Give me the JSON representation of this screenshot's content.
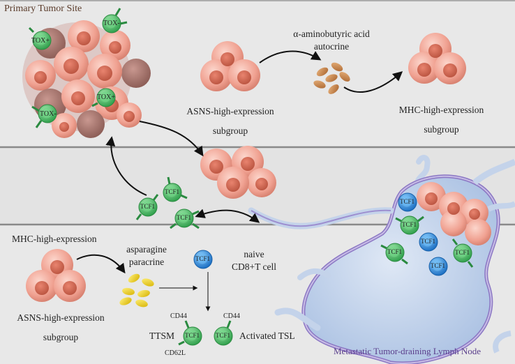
{
  "regions": {
    "primary_tumor_site": "Primary Tumor Site",
    "lymph_node": "Metastatic Tumor-draining Lymph Node"
  },
  "top": {
    "asns_group": [
      "ASNS-high-expression",
      "subgroup"
    ],
    "mhc_group": [
      "MHC-high-expression",
      "subgroup"
    ],
    "mechanism": [
      "α-aminobutyric acid",
      "autocrine"
    ]
  },
  "bottom": {
    "mhc_group": "MHC-high-expression",
    "asns_group": [
      "ASNS-high-expression",
      "subgroup"
    ],
    "mechanism": [
      "asparagine",
      "paracrine"
    ],
    "naive_cell": [
      "naive",
      "CD8+T cell"
    ],
    "ttsm": "TTSM",
    "activated_tsl": "Activated TSL",
    "marker_cd44": "CD44",
    "marker_cd62l": "CD62L"
  },
  "cell_labels": {
    "tox_plus": "TOX+",
    "tox_minus": "TOX-",
    "tcf1": "TCF1"
  },
  "colors": {
    "background": "#e6e6e6",
    "tumor_cell": "#f2a394",
    "tcf1_green": "#4fc06a",
    "naive_blue": "#2f8fe0",
    "lymph_node": "#b8cbe6",
    "ln_label": "#5a3e8c"
  }
}
